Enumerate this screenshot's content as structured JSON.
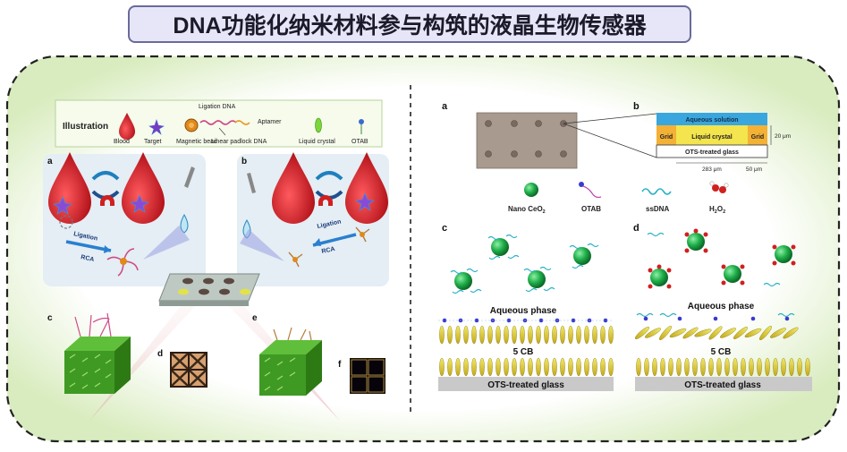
{
  "title": "DNA功能化纳米材料参与构筑的液晶生物传感器",
  "left": {
    "illustration_label": "Illustration",
    "legend": {
      "blood": "Blood",
      "target": "Target",
      "magnetic_bead": "Magnetic bead",
      "ligation_dna": "Ligation DNA",
      "aptamer": "Aptamer",
      "linear_padlock": "Linear padlock DNA",
      "liquid_crystal": "Liquid crystal",
      "otab": "OTAB"
    },
    "panel_a": "a",
    "panel_b": "b",
    "panel_c": "c",
    "panel_d": "d",
    "panel_e": "e",
    "panel_f": "f",
    "ligation": "Ligation",
    "rca": "RCA"
  },
  "right": {
    "panel_a": "a",
    "panel_b": "b",
    "panel_c": "c",
    "panel_d": "d",
    "aqueous_solution": "Aqueous solution",
    "grid": "Grid",
    "liquid_crystal": "Liquid crystal",
    "ots_glass": "OTS-treated glass",
    "dim_20": "20 μm",
    "dim_283": "283 μm",
    "dim_50": "50 μm",
    "nano_ceo2": "Nano CeO",
    "nano_ceo2_sub": "2",
    "otab": "OTAB",
    "ssdna": "ssDNA",
    "h2o2": "H",
    "h2o2_sub1": "2",
    "h2o2_o": "O",
    "h2o2_sub2": "2",
    "aqueous_phase": "Aqueous phase",
    "cb5": "5 CB",
    "ots_bottom": "OTS-treated glass"
  },
  "colors": {
    "title_bg": "#e6e6f8",
    "frame_border": "#222222",
    "frame_fill": "#f7fbef",
    "blood_red": "#d8232a",
    "nano_green": "#1fae4a",
    "lc_yellow": "#e3d23a",
    "aqueous_blue": "#3aa6de",
    "grid_orange": "#f3b135"
  }
}
